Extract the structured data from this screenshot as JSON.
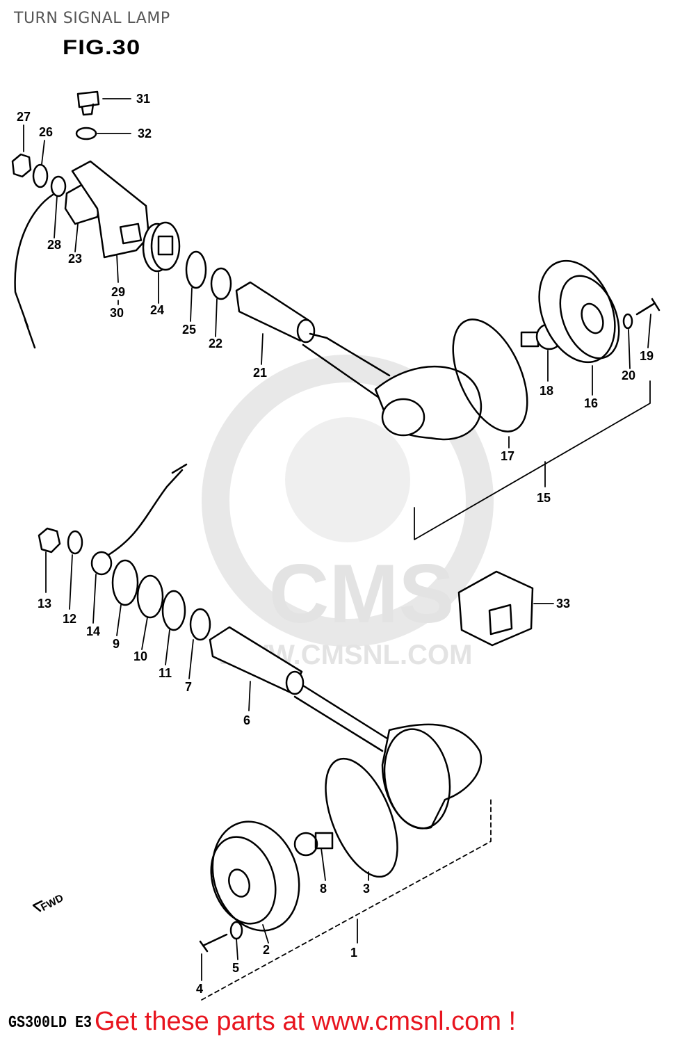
{
  "header": {
    "title": "TURN SIGNAL LAMP",
    "figure": "FIG.30"
  },
  "footer": {
    "model": "GS300LD E3",
    "cta": "Get these parts at www.cmsnl.com !"
  },
  "direction_label": "FWD",
  "watermark": {
    "brand": "CMS",
    "url": "WWW.CMSNL.COM"
  },
  "part_numbers": [
    "31",
    "32",
    "27",
    "26",
    "28",
    "23",
    "29",
    "30",
    "24",
    "25",
    "22",
    "21",
    "18",
    "16",
    "20",
    "19",
    "17",
    "15",
    "13",
    "12",
    "14",
    "9",
    "10",
    "11",
    "7",
    "6",
    "33",
    "8",
    "3",
    "2",
    "5",
    "4",
    "1"
  ],
  "colors": {
    "ink": "#000000",
    "cta_red": "#e8141e",
    "header_gray": "#555555",
    "watermark_gray": "#e3e3e3"
  }
}
